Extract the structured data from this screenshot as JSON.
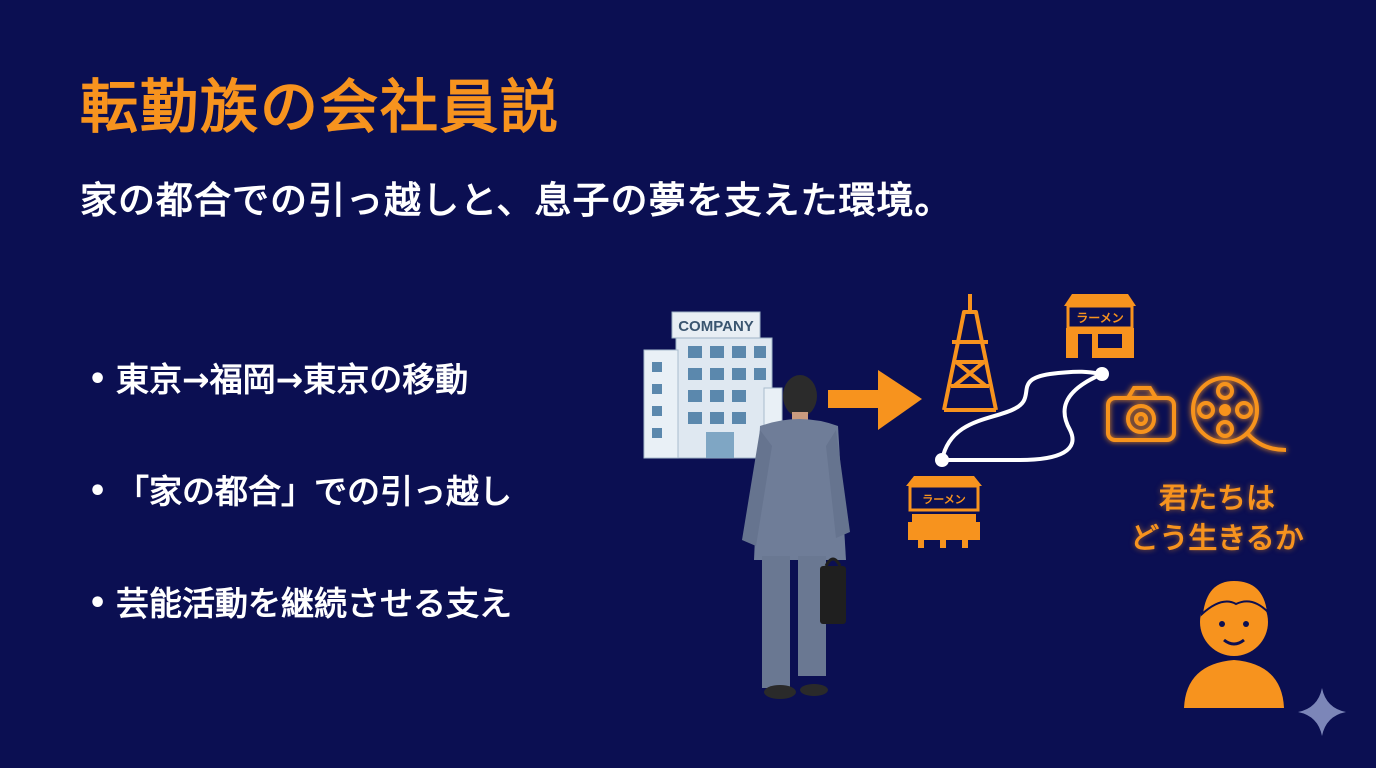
{
  "title": "転勤族の会社員説",
  "subtitle": "家の都合での引っ越しと、息子の夢を支えた環境。",
  "bullets": [
    {
      "text": "東京→福岡→東京の移動"
    },
    {
      "text": "「家の都合」での引っ越し"
    },
    {
      "text": "芸能活動を継続させる支え"
    }
  ],
  "illustration": {
    "building_sign": "COMPANY",
    "shop_sign_top": "ラーメン",
    "shop_sign_stall": "ラーメン",
    "caption_line1": "君たちは",
    "caption_line2": "どう生きるか"
  },
  "colors": {
    "background": "#0b0f52",
    "accent_orange": "#f7931e",
    "text_white": "#ffffff"
  },
  "icons": [
    "company-building-icon",
    "businessman-figure",
    "arrow-right-icon",
    "tokyo-tower-icon",
    "ramen-shop-icon",
    "ramen-stall-icon",
    "camera-icon",
    "film-reel-icon",
    "boy-avatar-icon",
    "sparkle-icon"
  ]
}
